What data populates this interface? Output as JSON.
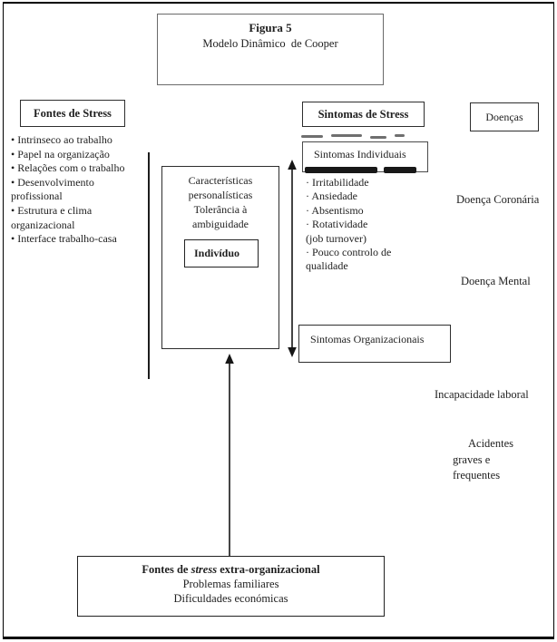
{
  "page": {
    "background": "#ffffff",
    "ink_color": "#1f1f1f",
    "frame_color": "#000000",
    "box_border_color": "#3d3d3d"
  },
  "figure": {
    "caption_title": "Figura 5",
    "caption_subtitle": "Modelo Dinâmico  de Cooper"
  },
  "fontes_stress": {
    "header": "Fontes de Stress",
    "lines": [
      "• Intrinseco ao trabalho",
      "• Papel na organização",
      "• Relações com o trabalho",
      "• Desenvolvimento",
      "profissional",
      "• Estrutura e clima",
      "organizacional",
      "• Interface trabalho-casa"
    ]
  },
  "individuo": {
    "lines": [
      "Características",
      "personalísticas",
      "Tolerância à",
      "ambiguidade"
    ],
    "label": "Indivíduo"
  },
  "sintomas_stress": {
    "header": "Sintomas de Stress",
    "individuais": {
      "label": "Sintomas Individuais",
      "lines": [
        "· Irritabilidade",
        "· Ansiedade",
        "· Absentismo",
        "· Rotatividade",
        "(job turnover)",
        "· Pouco controlo de",
        "qualidade"
      ]
    },
    "organizacionais": {
      "label": "Sintomas Organizacionais"
    }
  },
  "doencas": {
    "header": "Doenças",
    "coronaria": "Doença Coronária",
    "mental": "Doença Mental",
    "incapacidade": "Incapacidade laboral",
    "acidentes_lines": [
      "Acidentes",
      "graves e",
      "frequentes"
    ]
  },
  "extra_organizacional": {
    "title_prefix": "Fontes de ",
    "title_italic": "stress",
    "title_suffix": " extra-organizacional",
    "line2": "Problemas familiares",
    "line3": "Dificuldades económicas"
  }
}
